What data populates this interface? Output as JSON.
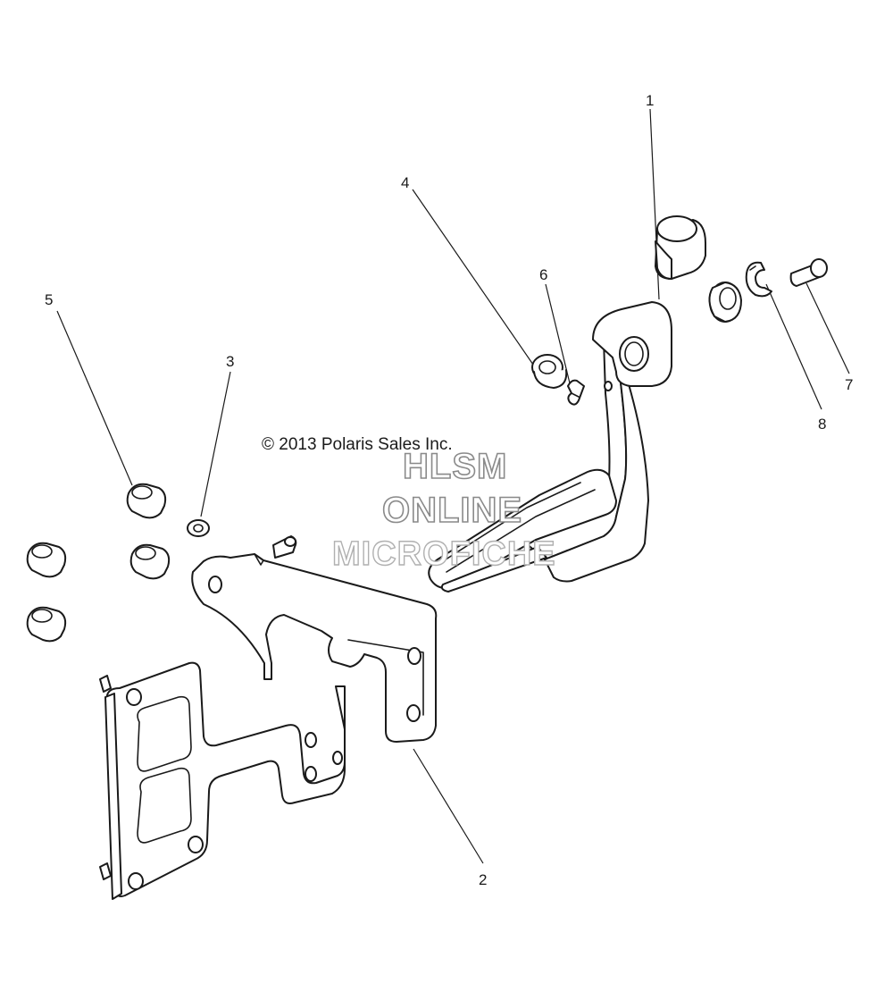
{
  "copyright": "© 2013 Polaris Sales Inc.",
  "watermark": {
    "line1": "HLSM",
    "line2": "ONLINE",
    "line3": "MICROFICHE"
  },
  "callouts": [
    "1",
    "2",
    "3",
    "4",
    "5",
    "6",
    "7",
    "8"
  ],
  "colors": {
    "line": "#1a1a1a",
    "watermark_stroke": "#8a8a8a",
    "background": "#ffffff"
  }
}
